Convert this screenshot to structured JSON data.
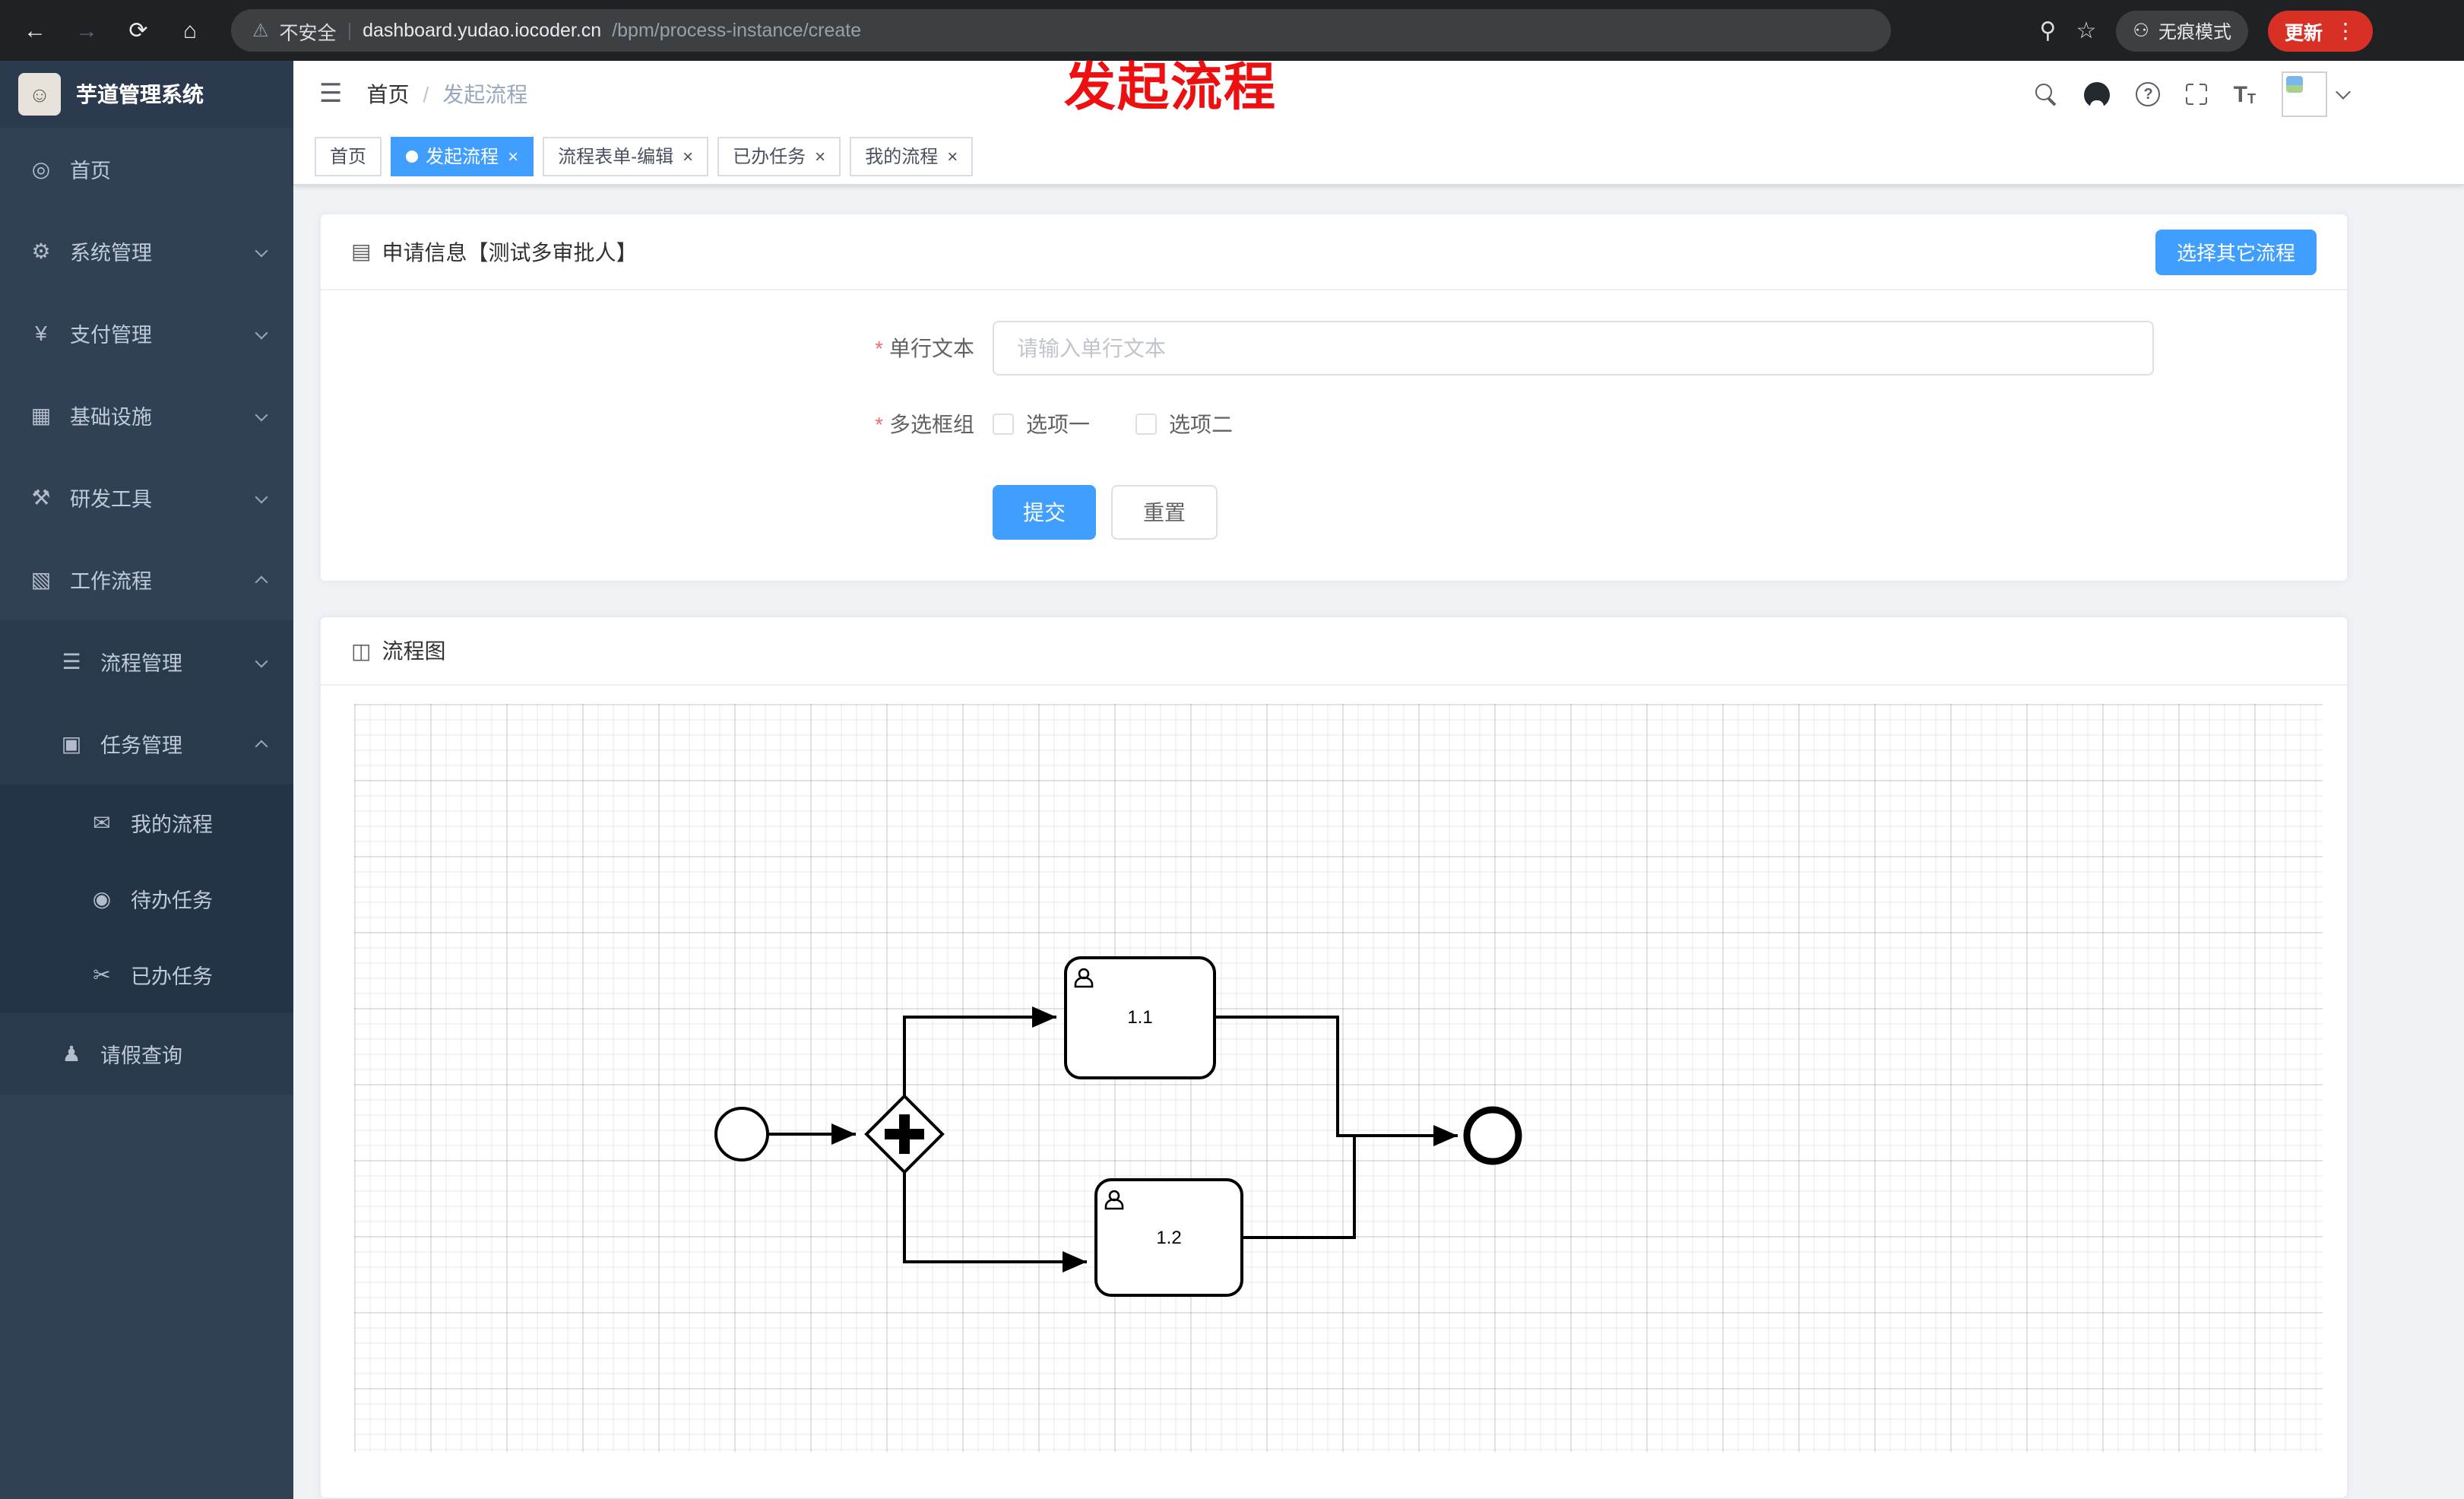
{
  "annotation": "发起流程",
  "browser": {
    "security_label": "不安全",
    "url_host": "dashboard.yudao.iocoder.cn",
    "url_path": "/bpm/process-instance/create",
    "incognito_label": "无痕模式",
    "update_label": "更新"
  },
  "icons": {
    "back": "←",
    "forward": "→",
    "refresh": "⟳",
    "home": "⌂",
    "warning": "⚠",
    "divider": "|",
    "key": "⚲",
    "star": "☆",
    "incognito_glasses": "⚇",
    "kebab": "⋮",
    "menu": "☰",
    "breadcrumb_sep": "/",
    "question": "?",
    "close": "×",
    "doc": "▤",
    "flow": "◫",
    "dashboard": "◎",
    "gear": "⚙",
    "yen": "¥",
    "infra": "▦",
    "tools": "⚒",
    "workflow": "▧",
    "list": "☰",
    "task": "▣",
    "chat": "✉",
    "eye": "◉",
    "scissors": "✂",
    "user": "♟",
    "bunny": "☺",
    "font_big": "T",
    "font_small": "T"
  },
  "sidebar": {
    "app_title": "芋道管理系统",
    "items": [
      {
        "label": "首页"
      },
      {
        "label": "系统管理"
      },
      {
        "label": "支付管理"
      },
      {
        "label": "基础设施"
      },
      {
        "label": "研发工具"
      },
      {
        "label": "工作流程"
      },
      {
        "label": "流程管理"
      },
      {
        "label": "任务管理"
      },
      {
        "label": "我的流程"
      },
      {
        "label": "待办任务"
      },
      {
        "label": "已办任务"
      },
      {
        "label": "请假查询"
      }
    ]
  },
  "header": {
    "breadcrumb": [
      "首页",
      "发起流程"
    ]
  },
  "tabs": [
    {
      "label": "首页",
      "active": false,
      "closable": false
    },
    {
      "label": "发起流程",
      "active": true,
      "closable": true
    },
    {
      "label": "流程表单-编辑",
      "active": false,
      "closable": true
    },
    {
      "label": "已办任务",
      "active": false,
      "closable": true
    },
    {
      "label": "我的流程",
      "active": false,
      "closable": true
    }
  ],
  "apply_card": {
    "title": "申请信息【测试多审批人】",
    "select_other_button": "选择其它流程",
    "required_mark": "*",
    "fields": {
      "text_label": "单行文本",
      "text_placeholder": "请输入单行文本",
      "checkbox_label": "多选框组",
      "options": [
        "选项一",
        "选项二"
      ]
    },
    "submit_button": "提交",
    "reset_button": "重置"
  },
  "diagram_card": {
    "title": "流程图",
    "tasks": [
      "1.1",
      "1.2"
    ]
  },
  "colors": {
    "primary": "#409eff",
    "sidebar_bg": "#304156",
    "annotation_red": "#ee1010",
    "update_pill": "#d93025"
  }
}
